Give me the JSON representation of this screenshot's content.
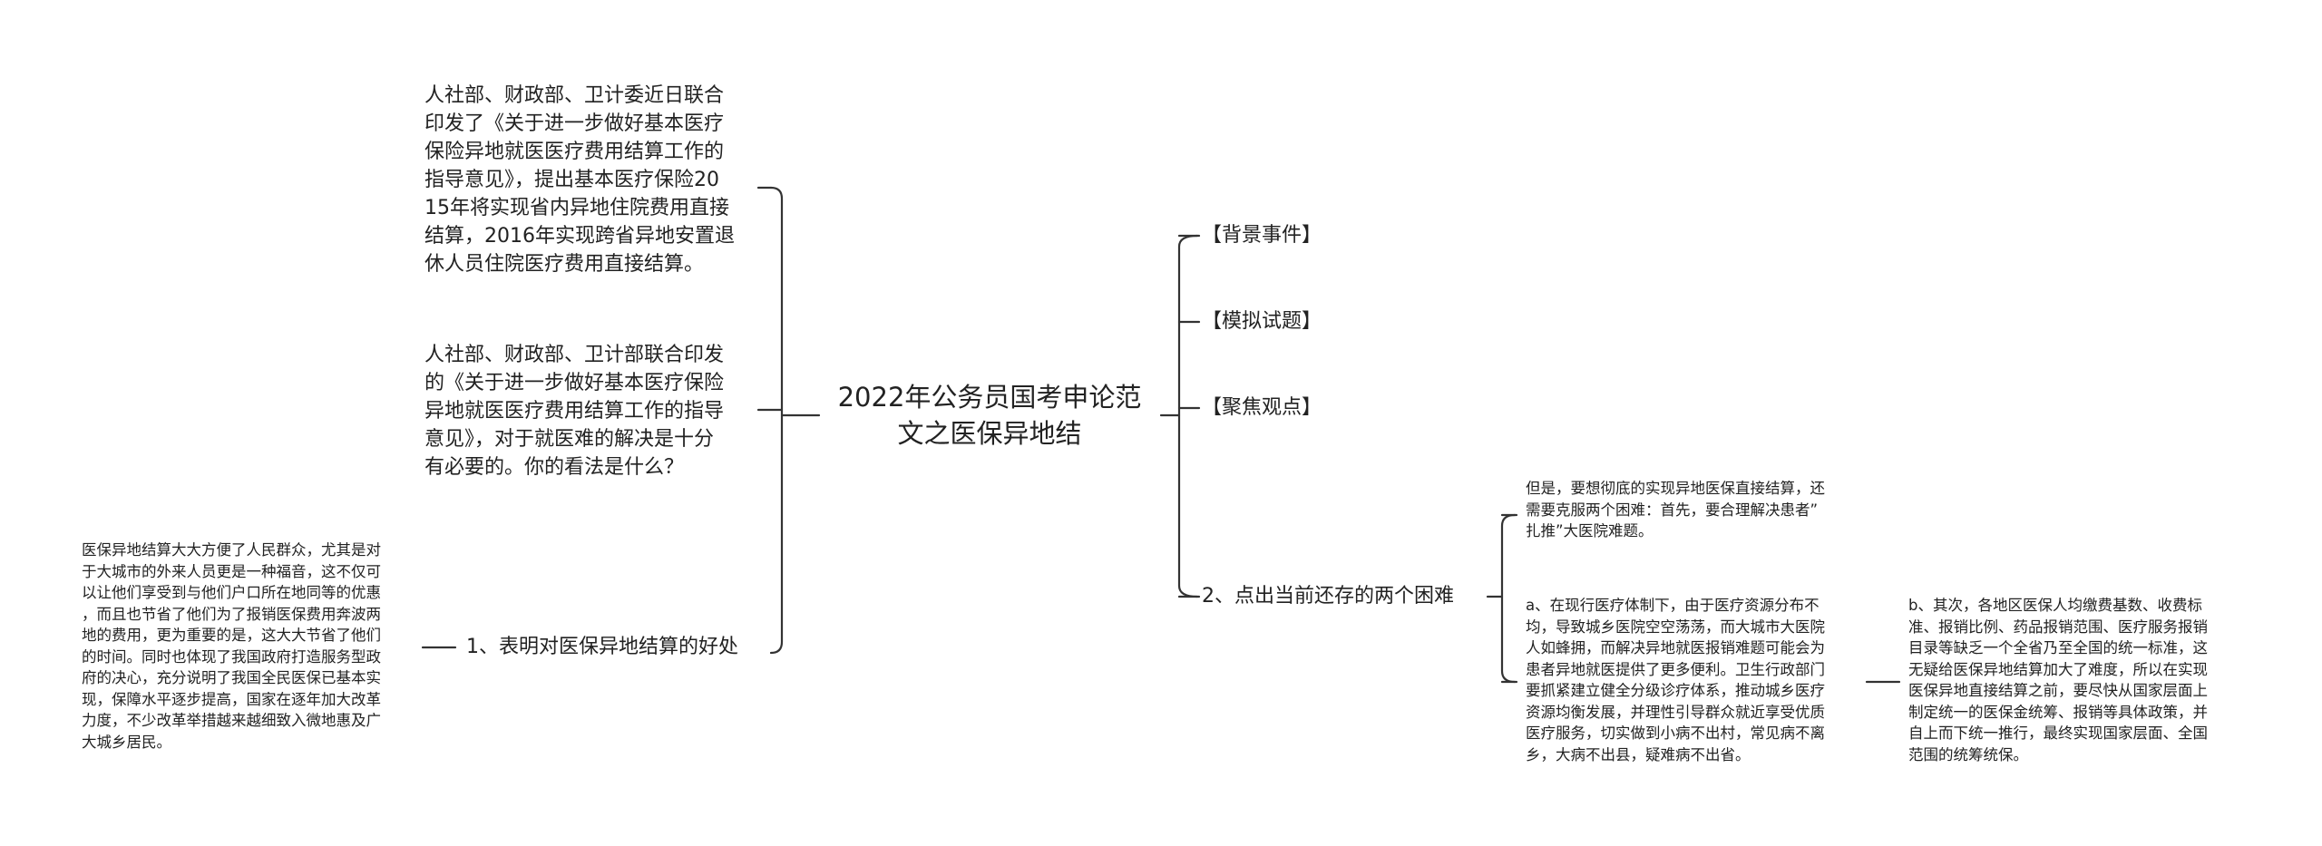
{
  "center": "2022年公务员国考申论范\n文之医保异地结",
  "left": {
    "para1": "人社部、财政部、卫计委近日联合\n印发了《关于进一步做好基本医疗\n保险异地就医医疗费用结算工作的\n指导意见》，提出基本医疗保险20\n15年将实现省内异地住院费用直接\n结算，2016年实现跨省异地安置退\n休人员住院医疗费用直接结算。",
    "para2": "人社部、财政部、卫计部联合印发\n的《关于进一步做好基本医疗保险\n异地就医医疗费用结算工作的指导\n意见》，对于就医难的解决是十分\n有必要的。你的看法是什么？",
    "branch1": "1、表明对医保异地结算的好处",
    "branch1_detail": "医保异地结算大大方便了人民群众，尤其是对\n于大城市的外来人员更是一种福音，这不仅可\n以让他们享受到与他们户口所在地同等的优惠\n，而且也节省了他们为了报销医保费用奔波两\n地的费用，更为重要的是，这大大节省了他们\n的时间。同时也体现了我国政府打造服务型政\n府的决心，充分说明了我国全民医保已基本实\n现，保障水平逐步提高，国家在逐年加大改革\n力度，不少改革举措越来越细致入微地惠及广\n大城乡居民。"
  },
  "right": {
    "background": "【背景事件】",
    "mock": "【模拟试题】",
    "focus": "【聚焦观点】",
    "branch2": "2、点出当前还存的两个困难",
    "intro": "但是，要想彻底的实现异地医保直接结算，还\n需要克服两个困难：首先，要合理解决患者”\n扎推”大医院难题。",
    "point_a": "a、在现行医疗体制下，由于医疗资源分布不\n均，导致城乡医院空空荡荡，而大城市大医院\n人如蜂拥，而解决异地就医报销难题可能会为\n患者异地就医提供了更多便利。卫生行政部门\n要抓紧建立健全分级诊疗体系，推动城乡医疗\n资源均衡发展，并理性引导群众就近享受优质\n医疗服务，切实做到小病不出村，常见病不离\n乡，大病不出县，疑难病不出省。",
    "point_b": "b、其次，各地区医保人均缴费基数、收费标\n准、报销比例、药品报销范围、医疗服务报销\n目录等缺乏一个全省乃至全国的统一标准，这\n无疑给医保异地结算加大了难度，所以在实现\n医保异地直接结算之前，要尽快从国家层面上\n制定统一的医保金统筹、报销等具体政策，并\n自上而下统一推行，最终实现国家层面、全国\n范围的统筹统保。"
  }
}
